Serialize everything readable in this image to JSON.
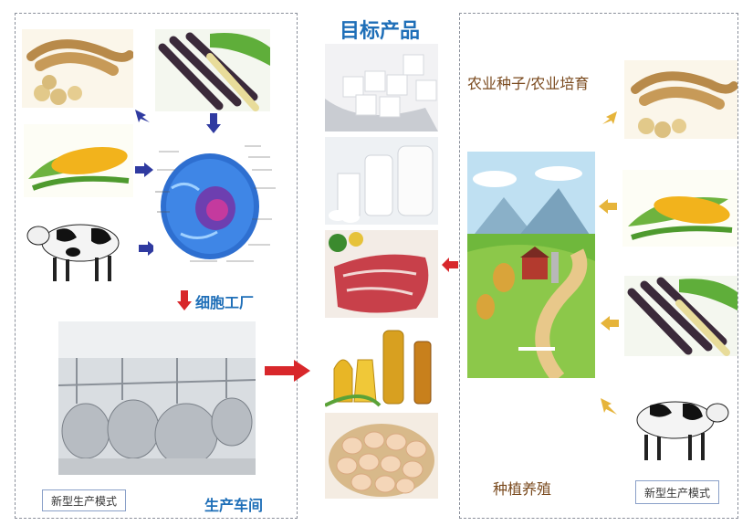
{
  "title": "目标产品",
  "left": {
    "cell_factory_label": "细胞工厂",
    "workshop_label": "生产车间",
    "mode_label": "新型生产模式"
  },
  "right": {
    "seed_label": "农业种子/农业培育",
    "farming_label": "种植养殖",
    "mode_label": "新型生产模式"
  },
  "icons": {
    "left_inputs": [
      "soybean-icon",
      "sugarcane-icon",
      "corn-icon",
      "cow-icon"
    ],
    "center_products": [
      "sugar-icon",
      "milk-icon",
      "meat-icon",
      "oil-icon",
      "eggs-icon"
    ],
    "right_inputs": [
      "soybean-icon",
      "corn-icon",
      "sugarcane-icon",
      "cow-icon"
    ]
  },
  "colors": {
    "blue_arrow": "#2f3aa0",
    "red_arrow": "#d8272b",
    "gold_arrow": "#e6b43a",
    "title_blue": "#1f6fb8",
    "label_brown": "#7a4a1e"
  }
}
